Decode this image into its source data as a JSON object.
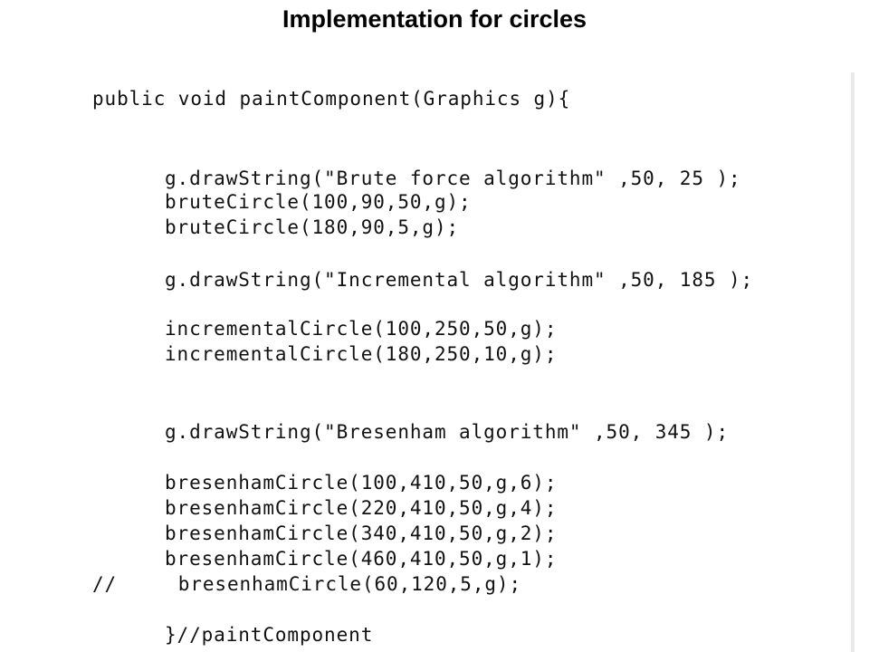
{
  "title": "Implementation for circles",
  "code_lines": [
    "public void paintComponent(Graphics g){",
    "g.drawString(\"Brute force algorithm\" ,50, 25 );",
    "bruteCircle(100,90,50,g);",
    "bruteCircle(180,90,5,g);",
    "g.drawString(\"Incremental algorithm\" ,50, 185 );",
    "incrementalCircle(100,250,50,g);",
    "incrementalCircle(180,250,10,g);",
    "g.drawString(\"Bresenham algorithm\" ,50, 345 );",
    "bresenhamCircle(100,410,50,g,6);",
    "bresenhamCircle(220,410,50,g,4);",
    "bresenhamCircle(340,410,50,g,2);",
    "bresenhamCircle(460,410,50,g,1);",
    "//     bresenhamCircle(60,120,5,g);",
    "}//paintComponent"
  ]
}
